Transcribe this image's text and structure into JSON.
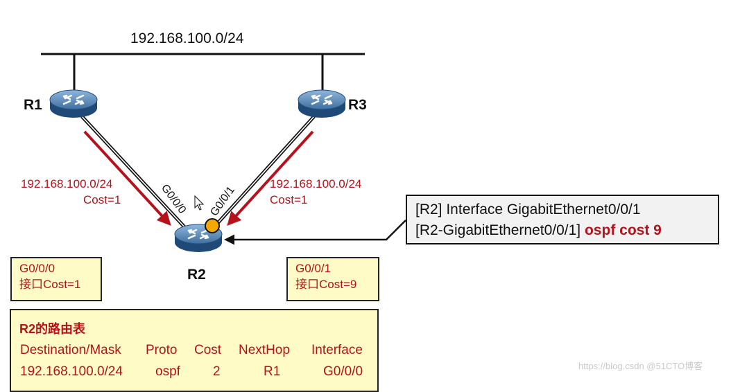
{
  "network": {
    "segment_label": "192.168.100.0/24"
  },
  "routers": {
    "r1": "R1",
    "r2": "R2",
    "r3": "R3"
  },
  "links": {
    "left": {
      "route": "192.168.100.0/24",
      "cost": "Cost=1",
      "port": "G0/0/0"
    },
    "right": {
      "route": "192.168.100.0/24",
      "cost": "Cost=1",
      "port": "G0/0/1"
    }
  },
  "interface_boxes": {
    "left": {
      "port": "G0/0/0",
      "cost": "接口Cost=1"
    },
    "right": {
      "port": "G0/0/1",
      "cost": "接口Cost=9"
    }
  },
  "command_box": {
    "line1": "[R2] Interface GigabitEthernet0/0/1",
    "line2_prefix": "[R2-GigabitEthernet0/0/1] ",
    "line2_highlight": "ospf cost 9"
  },
  "routing_table": {
    "title": "R2的路由表",
    "headers": [
      "Destination/Mask",
      "Proto",
      "Cost",
      "NextHop",
      "Interface"
    ],
    "rows": [
      [
        "192.168.100.0/24",
        "ospf",
        "2",
        "R1",
        "G0/0/0"
      ]
    ]
  },
  "watermark": "https://blog.csdn @51CTO博客",
  "colors": {
    "accent_red": "#b5121b",
    "box_fill": "#fffbc6",
    "router_blue": "#3a6a9a",
    "marker_orange": "#f5a800"
  },
  "icons": [
    "router-icon",
    "mouse-pointer-icon",
    "interface-marker-icon"
  ]
}
